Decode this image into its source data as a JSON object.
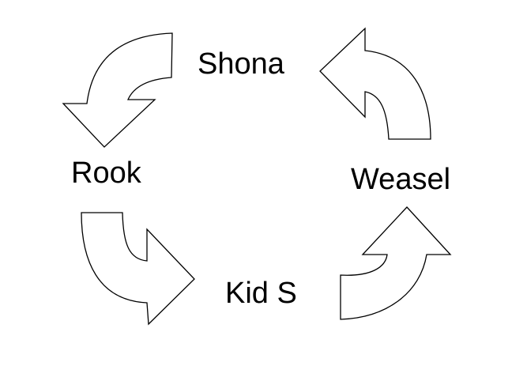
{
  "diagram": {
    "type": "cycle",
    "nodes": [
      {
        "id": "shona",
        "label": "Shona"
      },
      {
        "id": "rook",
        "label": "Rook"
      },
      {
        "id": "kids",
        "label": "Kid S"
      },
      {
        "id": "weasel",
        "label": "Weasel"
      }
    ],
    "edges": [
      {
        "from": "shona",
        "to": "rook"
      },
      {
        "from": "rook",
        "to": "kids"
      },
      {
        "from": "kids",
        "to": "weasel"
      },
      {
        "from": "weasel",
        "to": "shona"
      }
    ],
    "colors": {
      "background": "#ffffff",
      "stroke": "#000000",
      "arrow_fill": "#ffffff",
      "text": "#000000"
    }
  }
}
